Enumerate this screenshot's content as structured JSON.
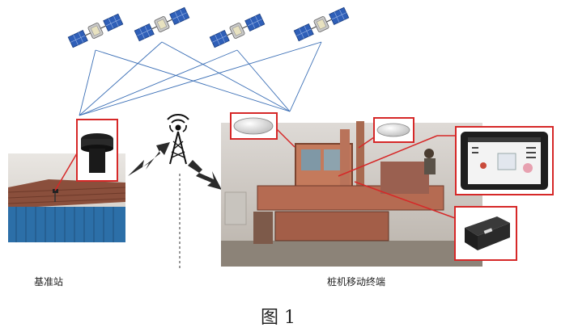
{
  "labels": {
    "base_station": "基准站",
    "mobile_terminal": "桩机移动终端",
    "figure": "图 1"
  },
  "icons": {
    "satellite": "satellite-icon",
    "cell_tower": "cell-tower-icon",
    "gnss_antenna": "gnss-antenna-icon",
    "tablet": "tablet-terminal-icon",
    "control_box": "control-box-icon"
  },
  "colors": {
    "link_lines": "#3b6fb6",
    "highlight_frames": "#d62828",
    "arrows": "#2b2b2b"
  }
}
